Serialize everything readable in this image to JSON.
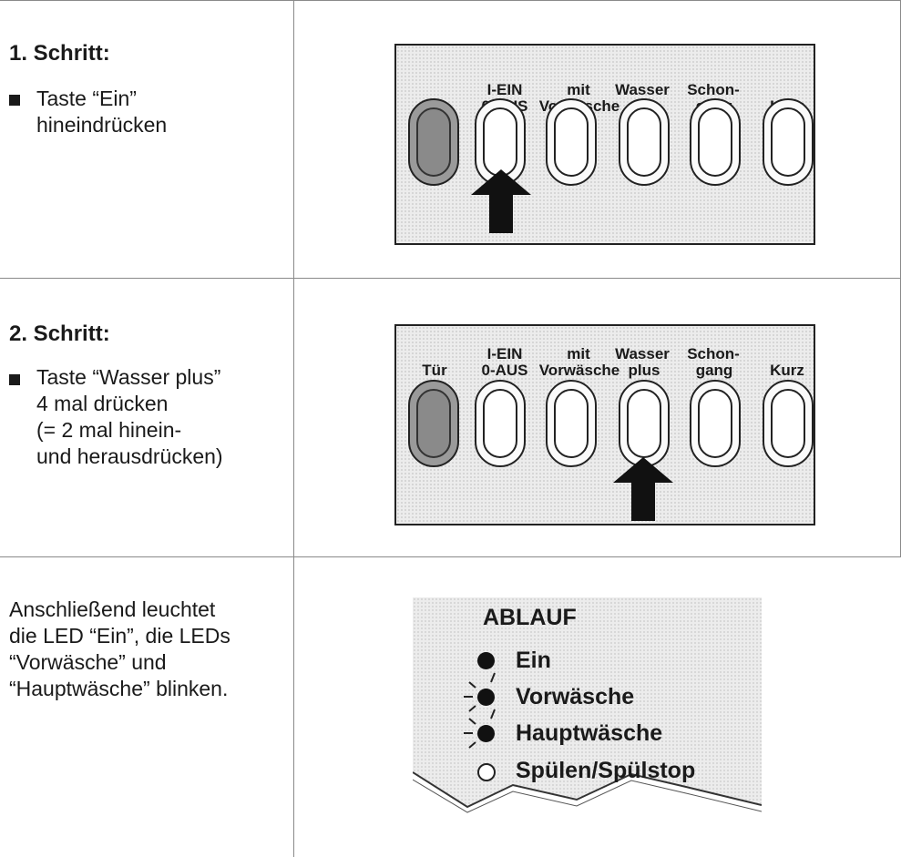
{
  "steps": [
    {
      "title": "1. Schritt:",
      "lines": [
        "Taste “Ein”",
        "hineindrücken"
      ]
    },
    {
      "title": "2. Schritt:",
      "lines": [
        "Taste “Wasser plus”",
        "4 mal drücken",
        "(= 2 mal hinein-",
        "und herausdrücken)"
      ]
    }
  ],
  "result": {
    "lines": [
      "Anschließend leuchtet",
      "die LED “Ein”, die LEDs",
      "“Vorwäsche” und",
      "“Hauptwäsche” blinken."
    ]
  },
  "panel": {
    "labels": {
      "tuer": "Tür",
      "ein_aus_1": "I-EIN",
      "ein_aus_2": "0-AUS",
      "vorwaesche_1": "mit",
      "vorwaesche_2": "Vorwäsche",
      "wasser_1": "Wasser",
      "wasser_2": "plus",
      "schon_1": "Schon-",
      "schon_2": "gang",
      "kurz": "Kurz"
    }
  },
  "leds": {
    "title": "ABLAUF",
    "items": [
      {
        "label": "Ein",
        "state": "on"
      },
      {
        "label": "Vorwäsche",
        "state": "blinking"
      },
      {
        "label": "Hauptwäsche",
        "state": "blinking"
      },
      {
        "label": "Spülen/Spülstop",
        "state": "off"
      }
    ]
  }
}
